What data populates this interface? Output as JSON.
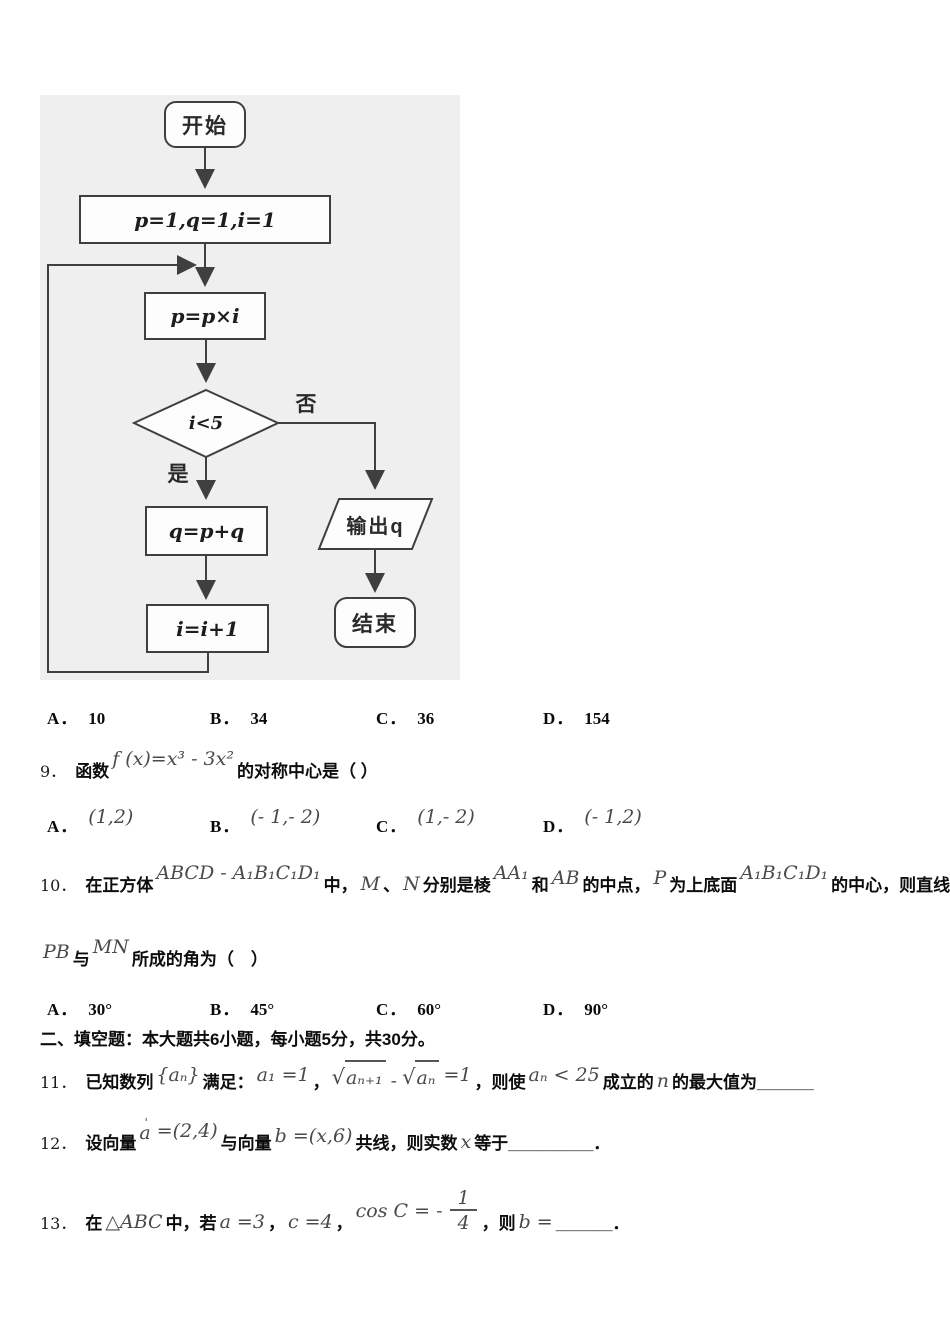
{
  "flowchart": {
    "start": "开始",
    "init": "p=1,q=1,i=1",
    "step": "p=p×i",
    "cond": "i<5",
    "yes": "是",
    "no": "否",
    "add": "q=p+q",
    "inc": "i=i+1",
    "output": "输出q",
    "end": "结束"
  },
  "q8": {
    "options": [
      {
        "label": "A．",
        "value": "10"
      },
      {
        "label": "B．",
        "value": "34"
      },
      {
        "label": "C．",
        "value": "36"
      },
      {
        "label": "D．",
        "value": "154"
      }
    ]
  },
  "q9": {
    "num": "9．",
    "segments": [
      {
        "t": "cn",
        "s": "函数"
      },
      {
        "t": "math2",
        "s": "f (x)=x³ - 3x²"
      },
      {
        "t": "cn",
        "s": "的对称中心是（ ）"
      }
    ],
    "options": [
      {
        "label": "A．",
        "value": "(1,2)"
      },
      {
        "label": "B．",
        "value": "(- 1,- 2)"
      },
      {
        "label": "C．",
        "value": "(1,- 2)"
      },
      {
        "label": "D．",
        "value": "(- 1,2)"
      }
    ]
  },
  "q10": {
    "num": "10．",
    "line1_segments": [
      {
        "t": "cn",
        "s": "在正方体"
      },
      {
        "t": "math2",
        "s": "ABCD - A₁B₁C₁D₁"
      },
      {
        "t": "cn",
        "s": "中，"
      },
      {
        "t": "mathb",
        "s": "M"
      },
      {
        "t": "cn",
        "s": "、"
      },
      {
        "t": "mathb",
        "s": "N"
      },
      {
        "t": "cn",
        "s": "分别是棱"
      },
      {
        "t": "math2",
        "s": "AA₁"
      },
      {
        "t": "cn",
        "s": "和"
      },
      {
        "t": "math",
        "s": "AB"
      },
      {
        "t": "cn",
        "s": "的中点，"
      },
      {
        "t": "math",
        "s": "P"
      },
      {
        "t": "cn",
        "s": "为上底面"
      },
      {
        "t": "math2",
        "s": "A₁B₁C₁D₁"
      },
      {
        "t": "cn",
        "s": "的中心，则直线"
      }
    ],
    "line2_segments": [
      {
        "t": "math",
        "s": "PB"
      },
      {
        "t": "cn",
        "s": "与"
      },
      {
        "t": "math2",
        "s": "MN"
      },
      {
        "t": "cn",
        "s": "所成的角为（　）"
      }
    ],
    "options": [
      {
        "label": "A．",
        "value": "30°"
      },
      {
        "label": "B．",
        "value": "45°"
      },
      {
        "label": "C．",
        "value": "60°"
      },
      {
        "label": "D．",
        "value": "90°"
      }
    ]
  },
  "section2": {
    "header": "二、填空题：本大题共6小题，每小题5分，共30分。"
  },
  "q11": {
    "num": "11．",
    "segments": [
      {
        "t": "cn",
        "s": "已知数列"
      },
      {
        "t": "math",
        "s": "{aₙ}"
      },
      {
        "t": "cn",
        "s": "满足："
      },
      {
        "t": "math",
        "s": "a₁ =1"
      },
      {
        "t": "cn",
        "s": "，"
      },
      {
        "t": "sqrt",
        "s": "aₙ₊₁"
      },
      {
        "t": "mathb",
        "s": "-"
      },
      {
        "t": "sqrt",
        "s": "aₙ"
      },
      {
        "t": "math",
        "s": "=1"
      },
      {
        "t": "cn",
        "s": "，则使"
      },
      {
        "t": "math",
        "s": "aₙ < 25"
      },
      {
        "t": "cn",
        "s": "成立的"
      },
      {
        "t": "mathb",
        "s": "n"
      },
      {
        "t": "cn",
        "s": "的最大值为______"
      }
    ]
  },
  "q12": {
    "num": "12．",
    "segments": [
      {
        "t": "cn",
        "s": "设向量"
      },
      {
        "t": "vec",
        "s": "a",
        "mark": "ˈ"
      },
      {
        "t": "math2",
        "s": "=(2,4)"
      },
      {
        "t": "cn",
        "s": "与向量"
      },
      {
        "t": "math",
        "s": "b =(x,6)"
      },
      {
        "t": "cn",
        "s": "共线，则实数"
      },
      {
        "t": "mathb",
        "s": "x"
      },
      {
        "t": "cn",
        "s": "等于_________．"
      }
    ]
  },
  "q13": {
    "num": "13．",
    "segments": [
      {
        "t": "cn",
        "s": "在"
      },
      {
        "t": "mathb",
        "s": "△ABC"
      },
      {
        "t": "cn",
        "s": "中，若"
      },
      {
        "t": "mathb",
        "s": "a =3"
      },
      {
        "t": "cn",
        "s": "，"
      },
      {
        "t": "mathb",
        "s": "c =4"
      },
      {
        "t": "cn",
        "s": "，"
      },
      {
        "t": "math2",
        "s": "cos C = -"
      },
      {
        "t": "frac",
        "n": "1",
        "d": "4"
      },
      {
        "t": "cn",
        "s": "，则"
      },
      {
        "t": "mathb",
        "s": "b ="
      },
      {
        "t": "cn",
        "s": "______．"
      }
    ]
  }
}
